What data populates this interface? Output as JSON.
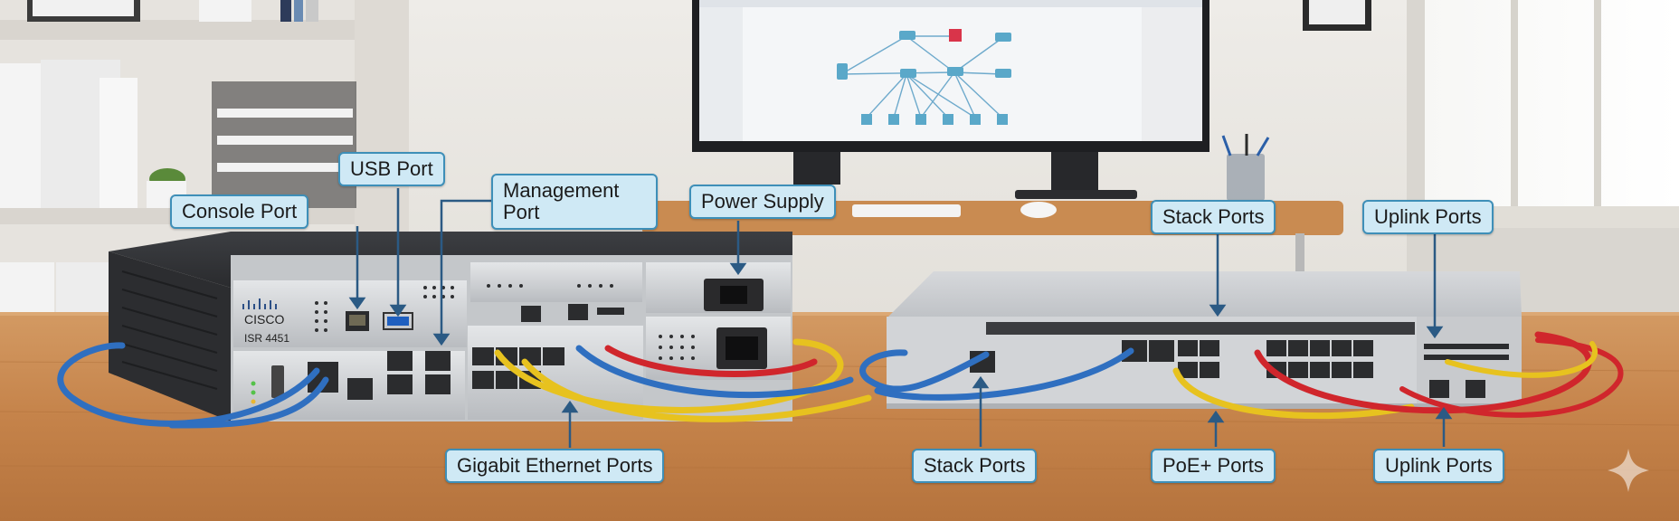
{
  "router": {
    "brand_logo": "CISCO",
    "model": "ISR 4451"
  },
  "labels": {
    "console_port": "Console Port",
    "usb_port": "USB Port",
    "management_port": "Management Port",
    "power_supply": "Power Supply",
    "gigabit_ethernet_ports": "Gigabit Ethernet Ports",
    "switch_stack_ports_top": "Stack Ports",
    "switch_uplink_ports_top": "Uplink Ports",
    "switch_stack_ports_bottom": "Stack Ports",
    "switch_poe_ports": "PoE+ Ports",
    "switch_uplink_ports_bottom": "Uplink Ports"
  },
  "colors": {
    "callout_fill": "#cfe9f5",
    "callout_border": "#3e8fb8",
    "cable_blue": "#2f6fc0",
    "cable_yellow": "#e7c21f",
    "cable_red": "#d0262c",
    "desk": "#c8864f"
  }
}
